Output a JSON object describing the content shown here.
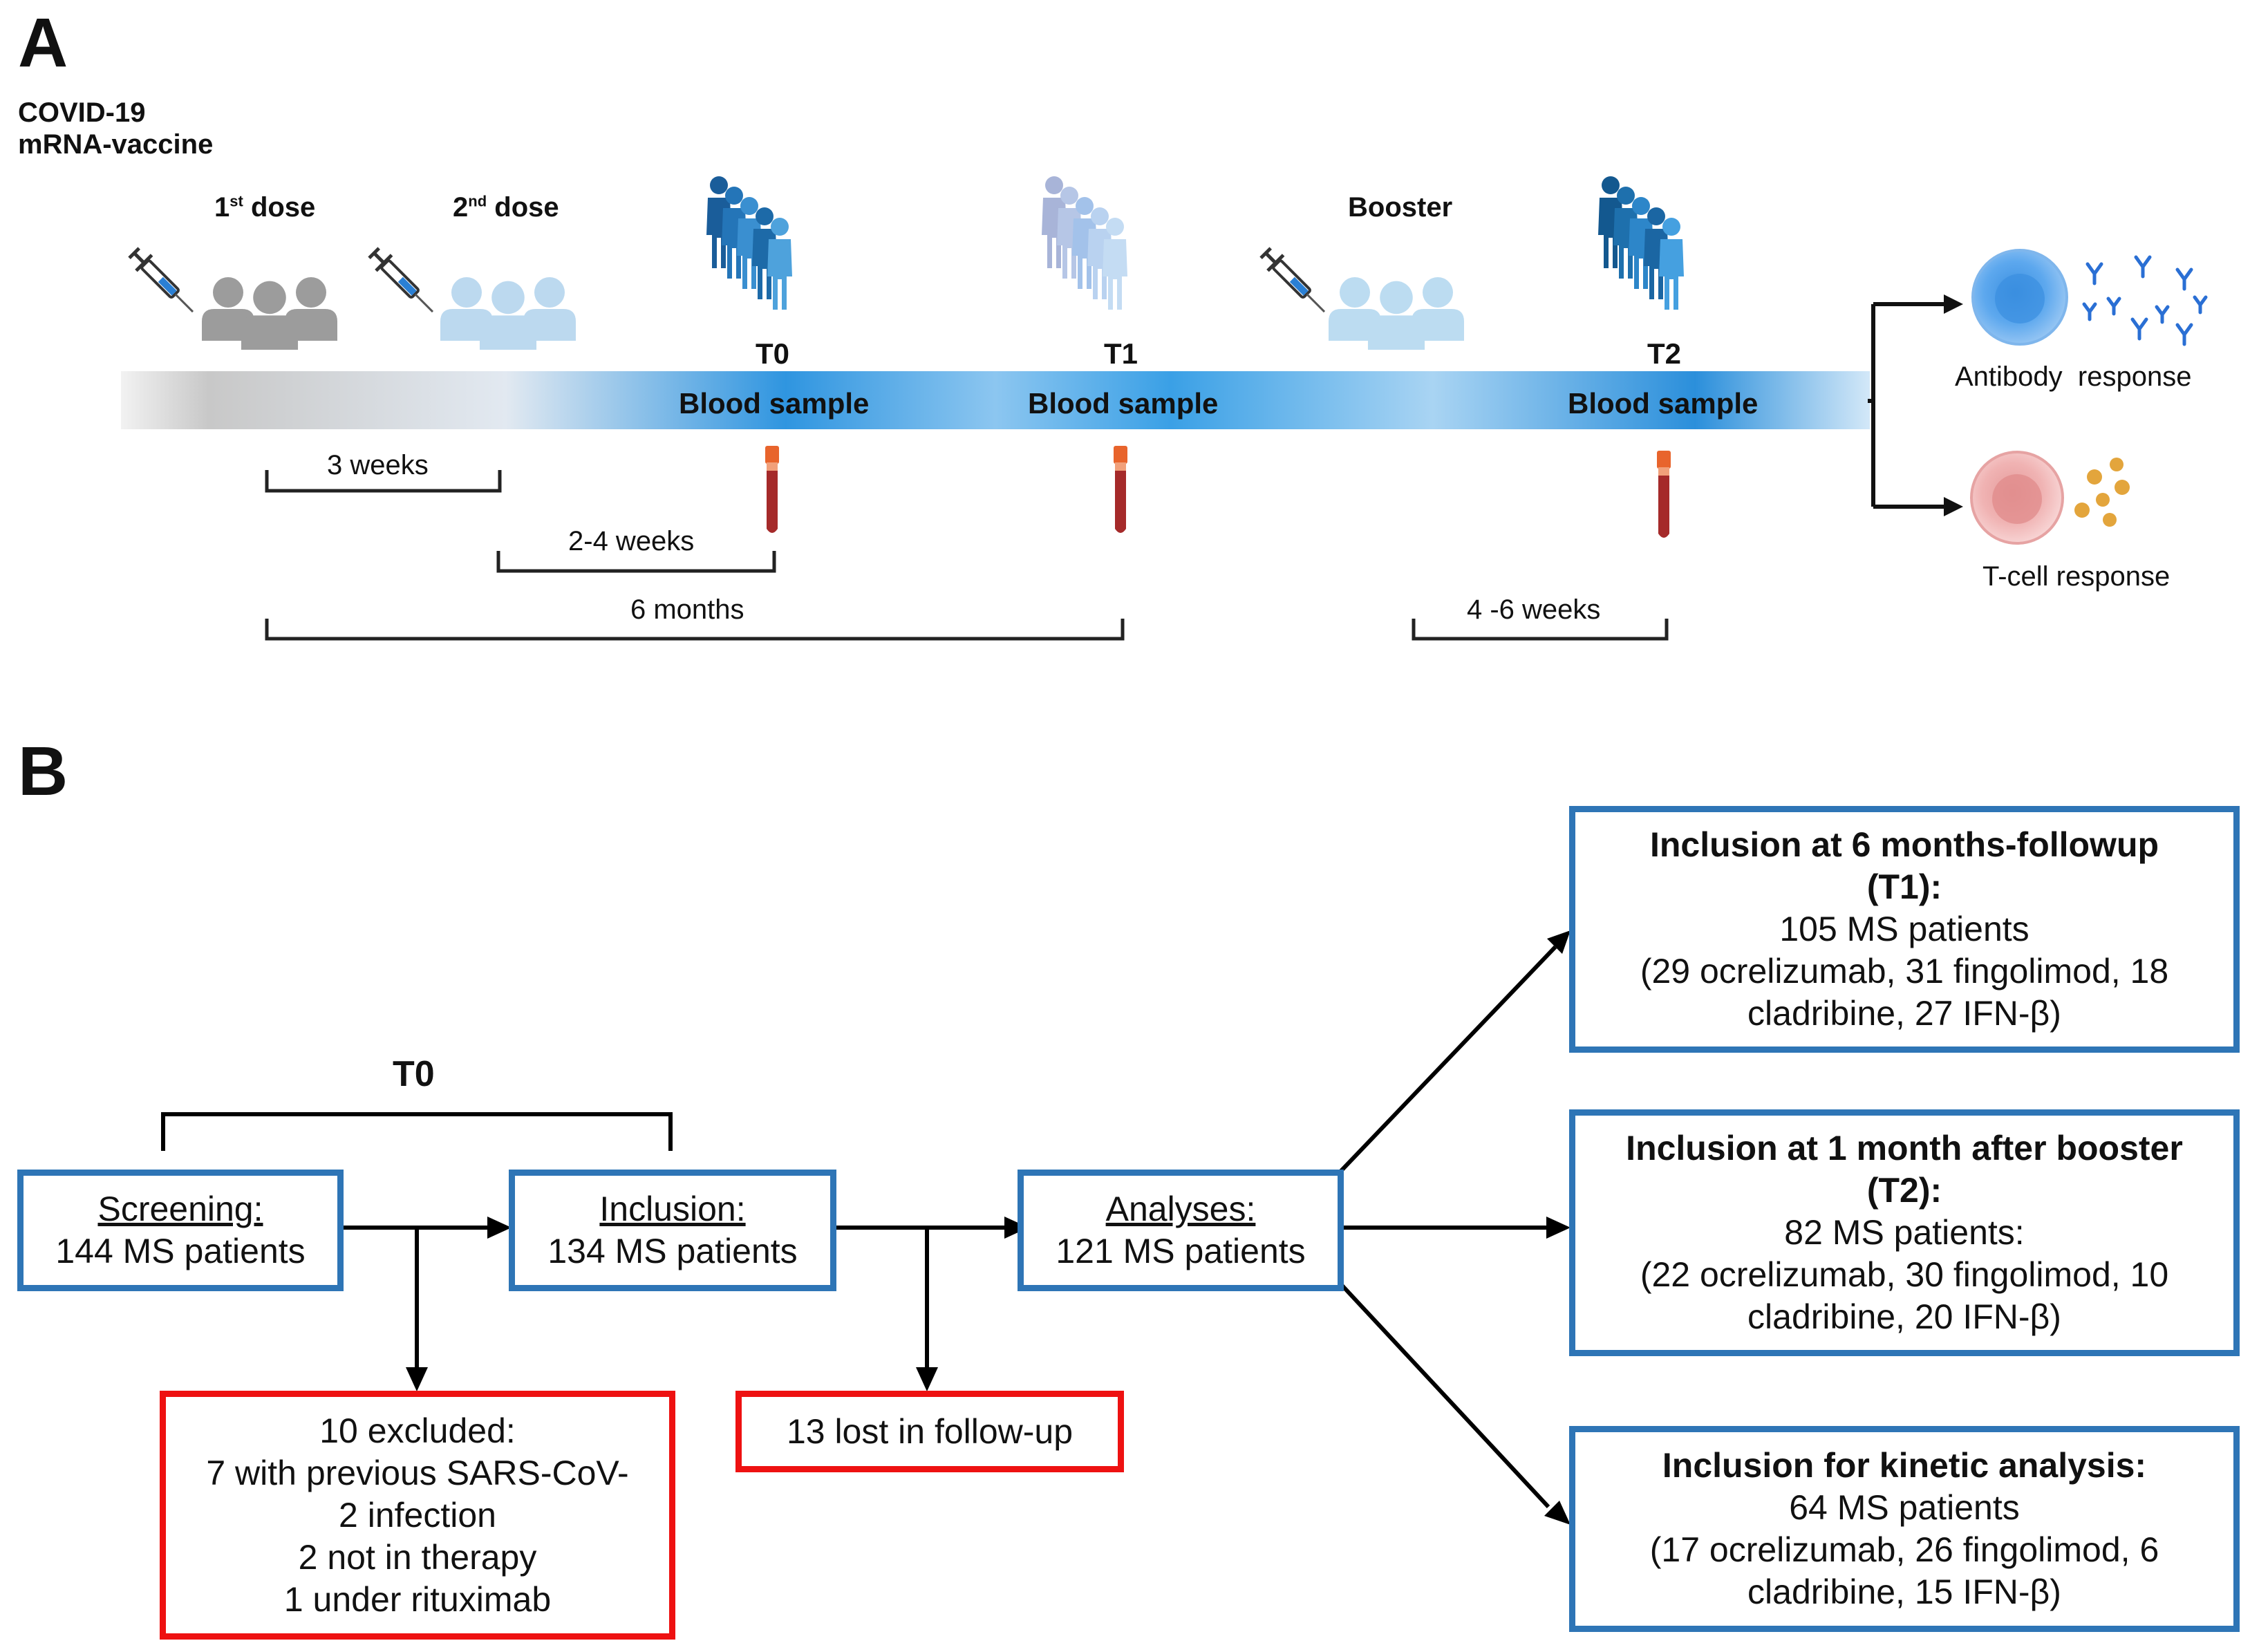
{
  "panel_a": {
    "letter": "A",
    "vaccine_label_line1": "COVID-19",
    "vaccine_label_line2": "mRNA-vaccine",
    "dose1_num": "1",
    "dose1_sup": "st",
    "dose1_word": "dose",
    "dose2_num": "2",
    "dose2_sup": "nd",
    "dose2_word": "dose",
    "booster_label": "Booster",
    "timepoints": [
      "T0",
      "T1",
      "T2"
    ],
    "blood_sample_label": "Blood sample",
    "intervals": {
      "dose_gap": "3 weeks",
      "t0_gap": "2-4 weeks",
      "t1_gap": "6 months",
      "t2_gap": "4 -6 weeks"
    },
    "outcomes": {
      "antibody": "Antibody  response",
      "tcell": "T-cell response"
    },
    "colors": {
      "timeline_start": "#c8c8c8",
      "timeline_mid": "#3aa0e6",
      "dose_gray": "#9c9c9c",
      "dose_lightblue": "#bcd9ef",
      "tube_red": "#a52a2a",
      "tube_cap": "#e8642c"
    }
  },
  "panel_b": {
    "letter": "B",
    "t0_label": "T0",
    "screening": {
      "title": "Screening:",
      "text": "144 MS patients"
    },
    "inclusion": {
      "title": "Inclusion:",
      "text": "134 MS patients"
    },
    "analyses": {
      "title": "Analyses:",
      "text": "121 MS patients"
    },
    "excluded": {
      "lines": [
        "10 excluded:",
        "7 with previous SARS-CoV-",
        "2 infection",
        "2 not in therapy",
        "1 under rituximab"
      ]
    },
    "lost": {
      "text": "13 lost in follow-up"
    },
    "t1_box": {
      "title_line1": "Inclusion at 6 months-followup",
      "title_line2": "(T1):",
      "lines": [
        "105 MS patients",
        "(29 ocrelizumab, 31 fingolimod, 18",
        "cladribine, 27 IFN-β)"
      ]
    },
    "t2_box": {
      "title_line1": "Inclusion at 1 month after booster",
      "title_line2": "(T2):",
      "lines": [
        "82 MS patients:",
        "(22 ocrelizumab, 30 fingolimod, 10",
        "cladribine, 20 IFN-β)"
      ]
    },
    "kinetic_box": {
      "title_line1": "Inclusion for kinetic analysis:",
      "lines": [
        "64 MS patients",
        "(17 ocrelizumab, 26 fingolimod, 6",
        "cladribine, 15 IFN-β)"
      ]
    },
    "colors": {
      "box_blue": "#2e75b6",
      "box_red": "#ee1111"
    }
  }
}
